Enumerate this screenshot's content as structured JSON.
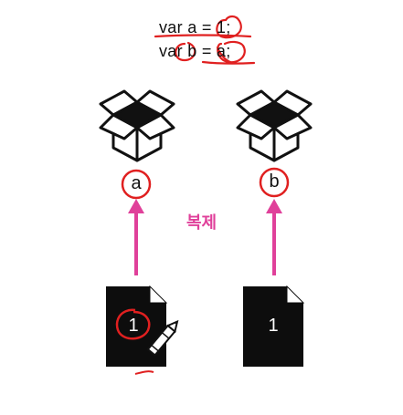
{
  "code": {
    "line1": "var a = 1;",
    "line2": "var b = a;"
  },
  "variables": {
    "a": "a",
    "b": "b"
  },
  "copy_label": "복제",
  "documents": {
    "left_value": "1",
    "right_value": "1"
  },
  "colors": {
    "arrow": "#e0409a",
    "annotation": "#e02020",
    "text": "#111111",
    "copy_label": "#e0409a"
  },
  "icons": {
    "box": "open-box-icon",
    "document": "document-icon",
    "pencil": "pencil-icon"
  }
}
